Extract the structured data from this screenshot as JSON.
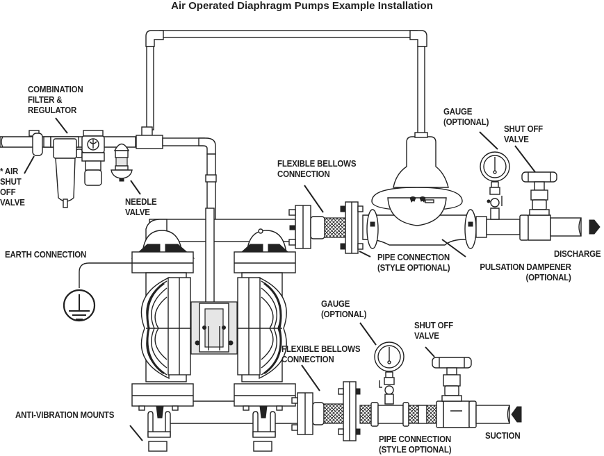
{
  "title": "Air Operated Diaphragm Pumps Example Installation",
  "labels": {
    "filter_regulator": "COMBINATION\nFILTER &\nREGULATOR",
    "air_shut_off_valve": "* AIR\nSHUT\nOFF\nVALVE",
    "needle_valve": "NEEDLE\nVALVE",
    "flexible_bellows_discharge": "FLEXIBLE BELLOWS\nCONNECTION",
    "gauge_discharge": "GAUGE\n(OPTIONAL)",
    "shut_off_valve_discharge": "SHUT OFF\nVALVE",
    "earth_connection": "EARTH CONNECTION",
    "pipe_connection_discharge": "PIPE CONNECTION\n(STYLE OPTIONAL)",
    "pulsation_dampener": "PULSATION DAMPENER\n(OPTIONAL)",
    "discharge": "DISCHARGE",
    "gauge_suction": "GAUGE\n(OPTIONAL)",
    "shut_off_valve_suction": "SHUT OFF\nVALVE",
    "flexible_bellows_suction": "FLEXIBLE BELLOWS\nCONNECTION",
    "anti_vibration_mounts": "ANTI-VIBRATION MOUNTS",
    "pipe_connection_suction": "PIPE CONNECTION\n(STYLE OPTIONAL)",
    "suction": "SUCTION"
  },
  "components": {
    "air_line": "compressed air supply",
    "pump": "air operated double diaphragm pump",
    "earth_symbol": "ground-icon",
    "discharge_arrow": "arrow-right-icon",
    "suction_arrow": "arrow-left-icon"
  }
}
